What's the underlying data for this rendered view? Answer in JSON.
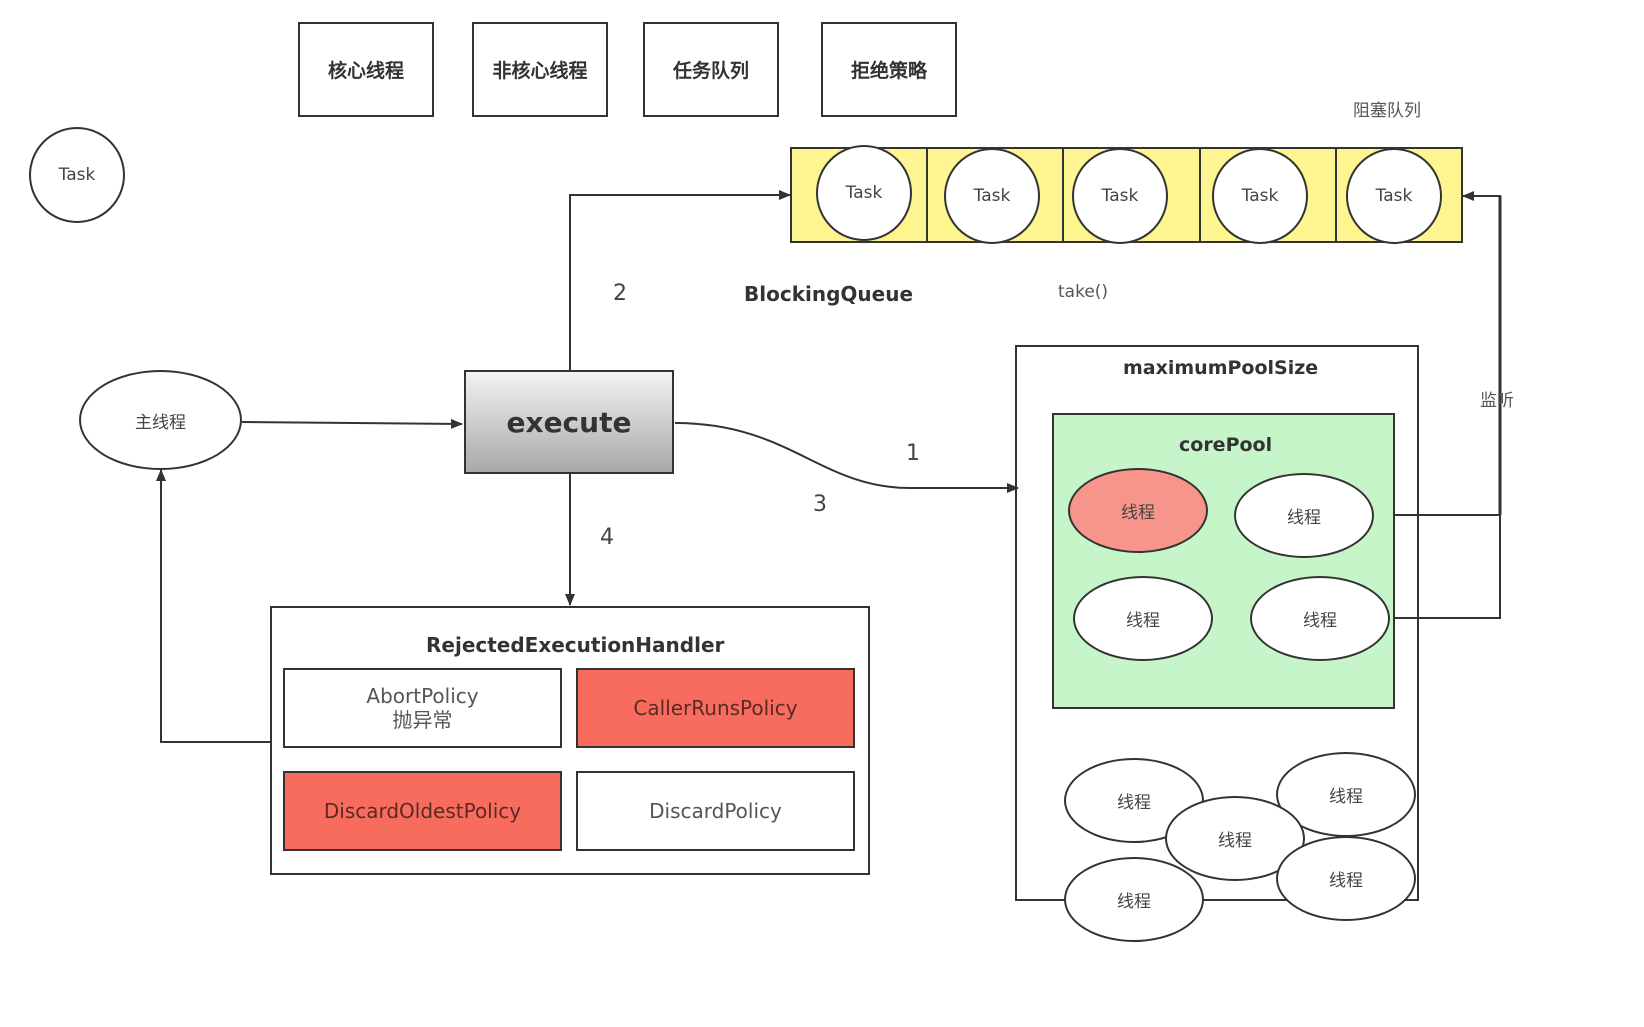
{
  "legend": [
    "核心线程",
    "非核心线程",
    "任务队列",
    "拒绝策略"
  ],
  "standalone_task": "Task",
  "queue": {
    "caption": "阻塞队列",
    "name": "BlockingQueue",
    "take_label": "take()",
    "tasks": [
      "Task",
      "Task",
      "Task",
      "Task",
      "Task"
    ],
    "fill_color": "#fdf58f"
  },
  "main_thread": "主线程",
  "execute_label": "execute",
  "path_numbers": [
    "1",
    "2",
    "3",
    "4"
  ],
  "monitor_label": "监听",
  "pool": {
    "title": "maximumPoolSize",
    "core": {
      "title": "corePool",
      "fill_color": "#c6f5c9",
      "threads": [
        "线程",
        "线程",
        "线程",
        "线程"
      ],
      "active_thread_color": "#f7958b"
    },
    "extra_threads": [
      "线程",
      "线程",
      "线程",
      "线程",
      "线程"
    ]
  },
  "handler": {
    "title": "RejectedExecutionHandler",
    "policies": [
      {
        "name": "AbortPolicy",
        "note": "抛异常"
      },
      {
        "name": "CallerRunsPolicy",
        "note": ""
      },
      {
        "name": "DiscardOldestPolicy",
        "note": ""
      },
      {
        "name": "DiscardPolicy",
        "note": ""
      }
    ],
    "highlight_color": "#f76c5e"
  }
}
